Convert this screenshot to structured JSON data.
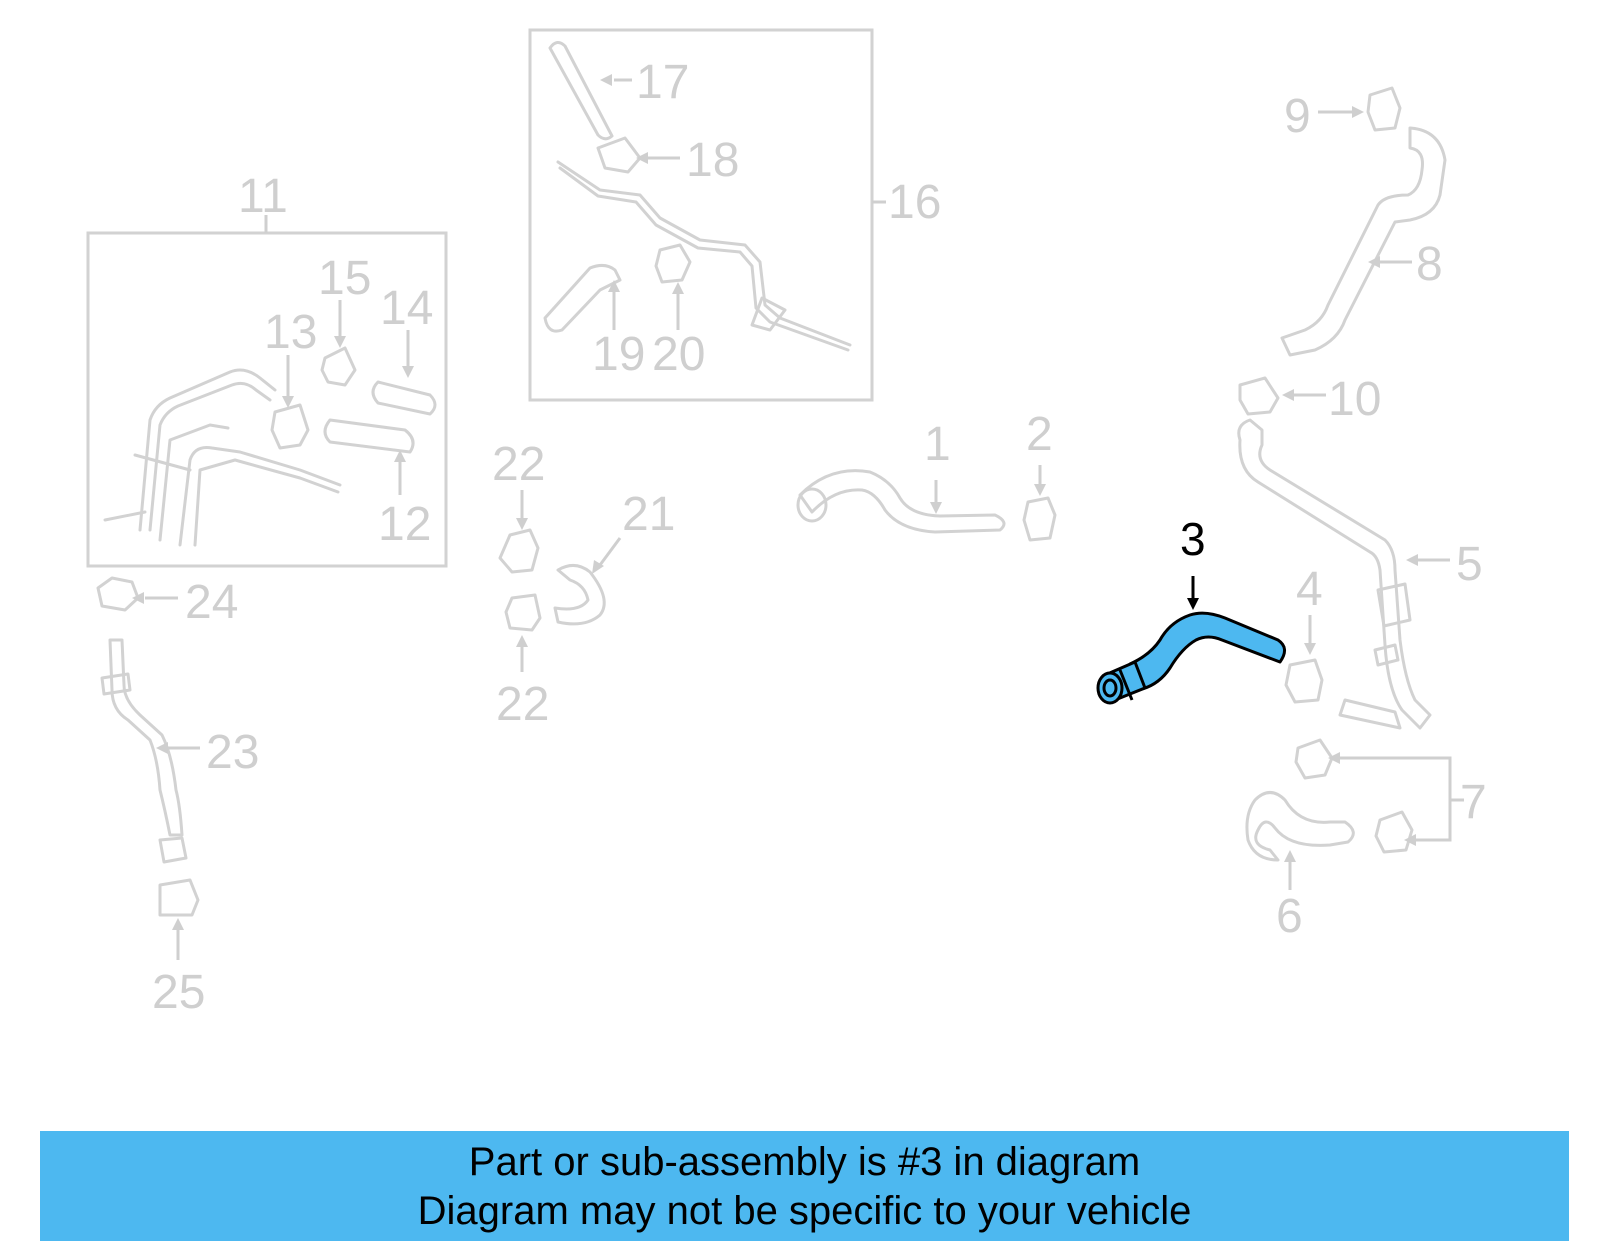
{
  "diagram": {
    "highlight_color": "#4db8f0",
    "label_color": "#cfcfcf",
    "highlighted_part": "3",
    "callouts": {
      "c1": "1",
      "c2": "2",
      "c3": "3",
      "c4": "4",
      "c5": "5",
      "c6": "6",
      "c7": "7",
      "c8": "8",
      "c9": "9",
      "c10": "10",
      "c11": "11",
      "c12": "12",
      "c13": "13",
      "c14": "14",
      "c15": "15",
      "c16": "16",
      "c17": "17",
      "c18": "18",
      "c19": "19",
      "c20": "20",
      "c21": "21",
      "c22a": "22",
      "c22b": "22",
      "c23": "23",
      "c24": "24",
      "c25": "25"
    }
  },
  "banner": {
    "line1": "Part or sub-assembly is #3 in diagram",
    "line2": "Diagram may not be specific to your vehicle",
    "color": "#4db8f0"
  }
}
